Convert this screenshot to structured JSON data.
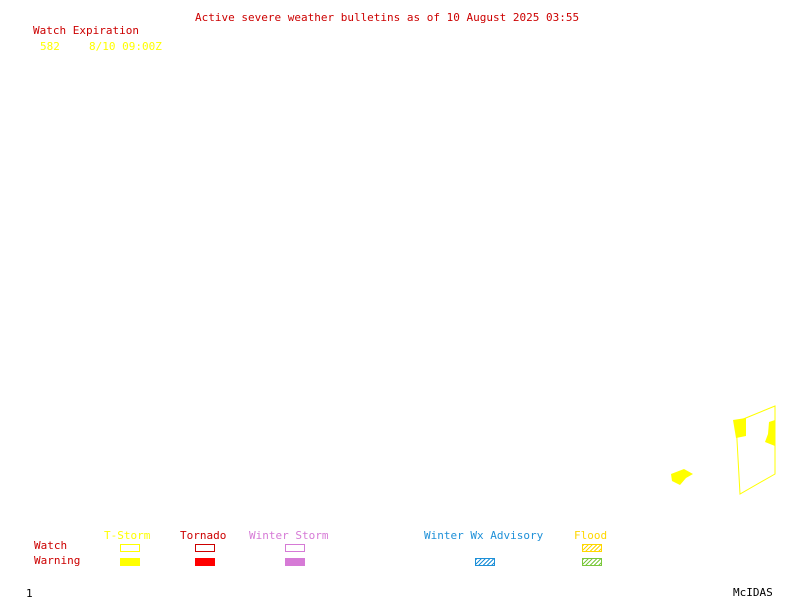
{
  "header": {
    "bulletin_title": "Active severe weather bulletins as of 10 August 2025 03:55",
    "watch_header": "Watch Expiration"
  },
  "watches": [
    {
      "number": "582",
      "expiration": "8/10 09:00Z"
    }
  ],
  "legend": {
    "row_labels": {
      "watch": "Watch",
      "warning": "Warning"
    },
    "categories": [
      {
        "name": "T-Storm",
        "color": "#ffff00",
        "watch_style": "outline",
        "warning_style": "solid"
      },
      {
        "name": "Tornado",
        "color": "#ff0000",
        "watch_style": "outline",
        "warning_style": "solid"
      },
      {
        "name": "Winter Storm",
        "color": "#d67ad6",
        "watch_style": "outline",
        "warning_style": "solid"
      },
      {
        "name": "Winter Wx Advisory",
        "color": "#1e90d8",
        "watch_style": "none",
        "warning_style": "hatched"
      },
      {
        "name": "Flood",
        "color": "#ffd700",
        "watch_style": "hatched",
        "warning_style": "hatched",
        "warning_color": "#7ac83c"
      }
    ]
  },
  "footer": {
    "frame_number": "1",
    "software": "McIDAS"
  },
  "colors": {
    "title": "#cc0000",
    "watch_text": "#ffff00",
    "watch_area": "#ffff00"
  }
}
